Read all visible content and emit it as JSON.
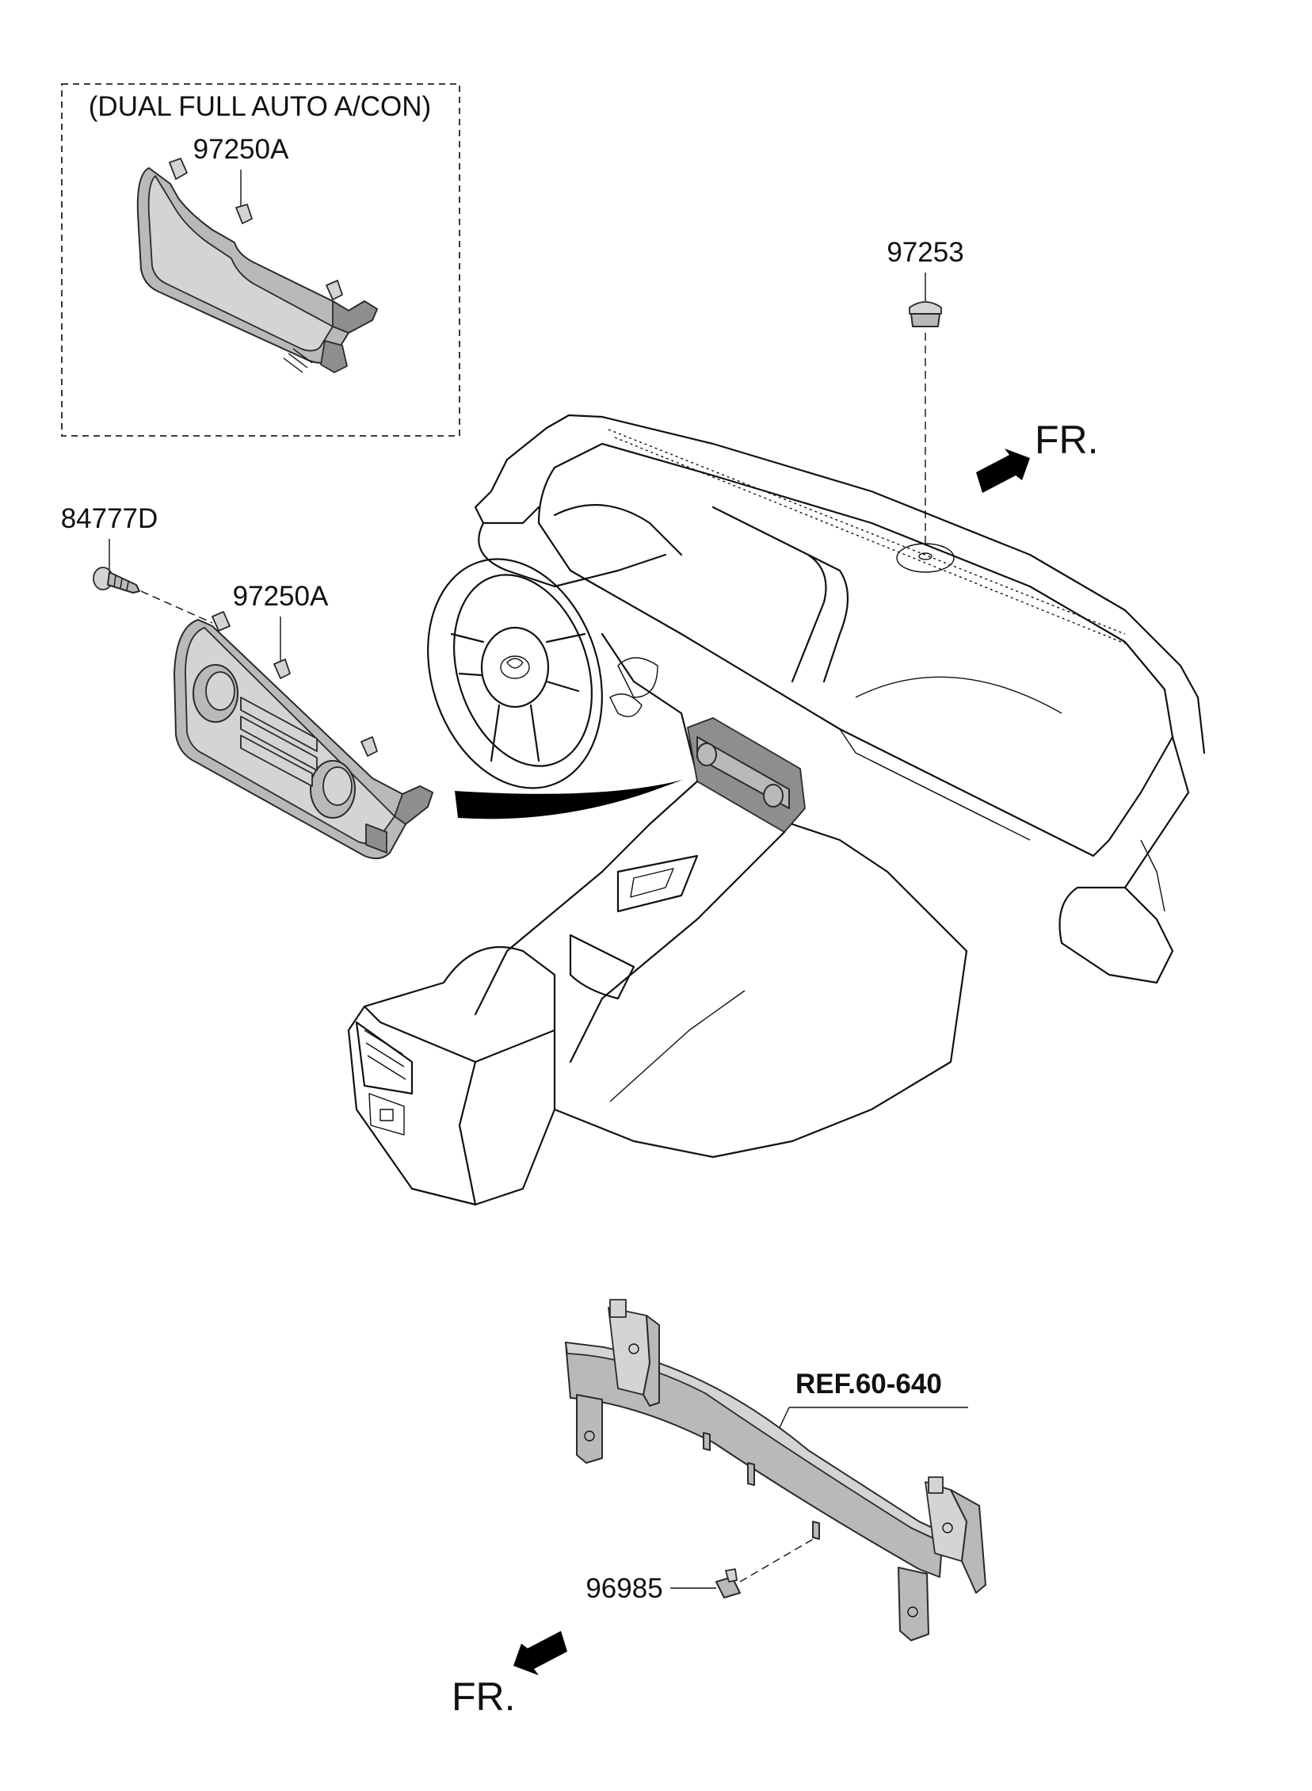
{
  "diagram": {
    "variant_box_label": "(DUAL FULL AUTO A/CON)",
    "callouts": {
      "upper_unit": "97250A",
      "main_unit": "97250A",
      "screw": "84777D",
      "sensor": "97253",
      "bracket_part": "96985",
      "reference": "REF.60-640"
    },
    "direction_upper": "FR.",
    "direction_lower": "FR."
  }
}
